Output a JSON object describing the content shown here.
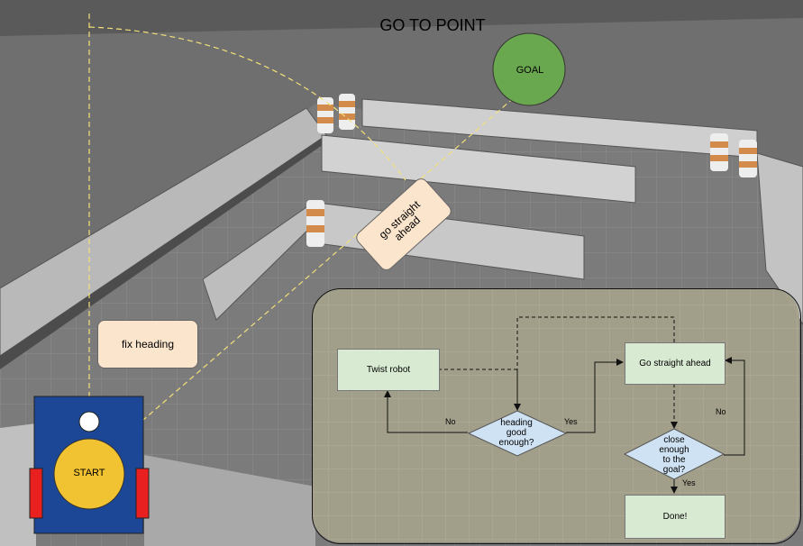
{
  "title": "GO TO POINT",
  "goal_label": "GOAL",
  "start_label": "START",
  "fix_heading_label": "fix heading",
  "go_straight_tag": "go straight\nahead",
  "colors": {
    "goal": "#6aa84f",
    "start": "#f1c232",
    "robot_body": "#1c4796",
    "wheels": "#e82020",
    "note_fill": "#fce5cd",
    "process_fill": "#d9ead3",
    "decision_fill": "#cfe2f3",
    "panel_fill": "#a39f8a"
  },
  "flowchart": {
    "nodes": {
      "twist": "Twist robot",
      "go_straight": "Go straight ahead",
      "done": "Done!",
      "heading_check": "heading\ngood\nenough?",
      "close_check": "close\nenough\nto the\ngoal?"
    },
    "edges": {
      "heading_no": "No",
      "heading_yes": "Yes",
      "close_no": "No",
      "close_yes": "Yes"
    }
  }
}
